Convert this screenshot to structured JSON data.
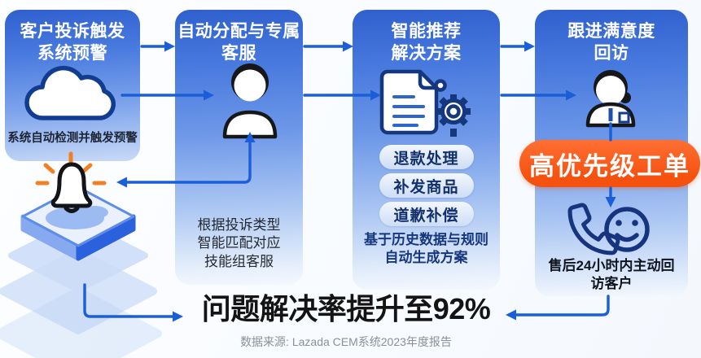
{
  "steps": [
    {
      "title_lines": [
        "客户投诉触发",
        "系统预警"
      ],
      "caption_lines": [
        "系统自动检测并触发预警"
      ],
      "icon": "cloud"
    },
    {
      "title_lines": [
        "自动分配与专属",
        "客服"
      ],
      "caption_lines": [
        "根据投诉类型",
        "智能匹配对应",
        "技能组客服"
      ],
      "icon": "person"
    },
    {
      "title_lines": [
        "智能推荐",
        "解决方案"
      ],
      "options": [
        "退款处理",
        "补发商品",
        "道歉补偿"
      ],
      "caption_lines": [
        "基于历史数据与规则",
        "自动生成方案"
      ],
      "icon": "document-gear"
    },
    {
      "title_lines": [
        "跟进满意度",
        "回访"
      ],
      "caption_lines": [
        "售后24小时内主动回",
        "访客户"
      ],
      "icon": "service-agent-phone-smiley"
    }
  ],
  "badge": {
    "label": "高优先级工单",
    "color": "#f5510f"
  },
  "result": {
    "text": "问题解决率提升至92%"
  },
  "source": {
    "text": "数据来源: Lazada CEM系统2023年度报告"
  },
  "extra_icons": [
    "alarm-bell",
    "platform-stack"
  ],
  "colors": {
    "panel_top": "#2f60ce",
    "panel_bottom": "#f4f8fe",
    "arrow_blue": "#1a5ed8",
    "icon_navy": "#14377d",
    "ray_orange": "#f08023",
    "pill_bg": "#cdddf6",
    "pill_text": "#12306b"
  }
}
